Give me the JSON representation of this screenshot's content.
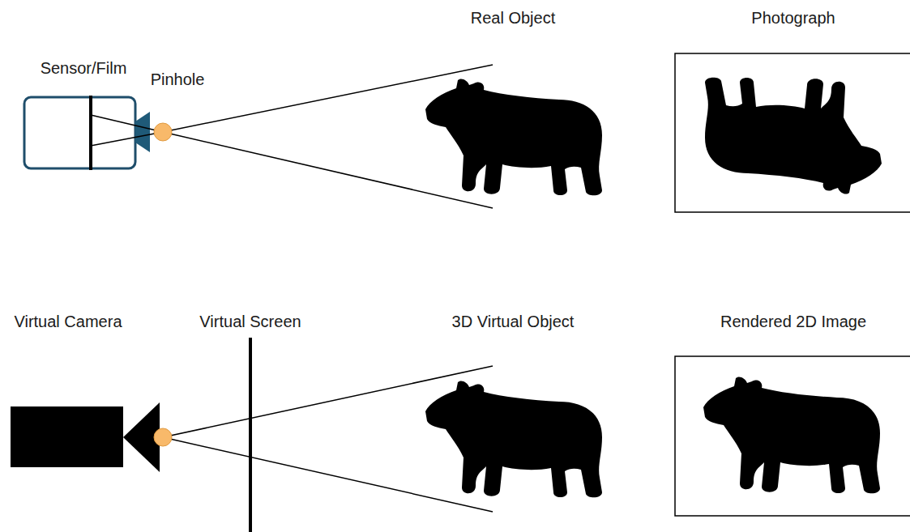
{
  "diagram": {
    "labels": [
      "Sensor/Film",
      "Pinhole",
      "Real Object",
      "Photograph",
      "Virtual Camera",
      "Virtual Screen",
      "3D Virtual Object",
      "Rendered 2D Image"
    ]
  }
}
